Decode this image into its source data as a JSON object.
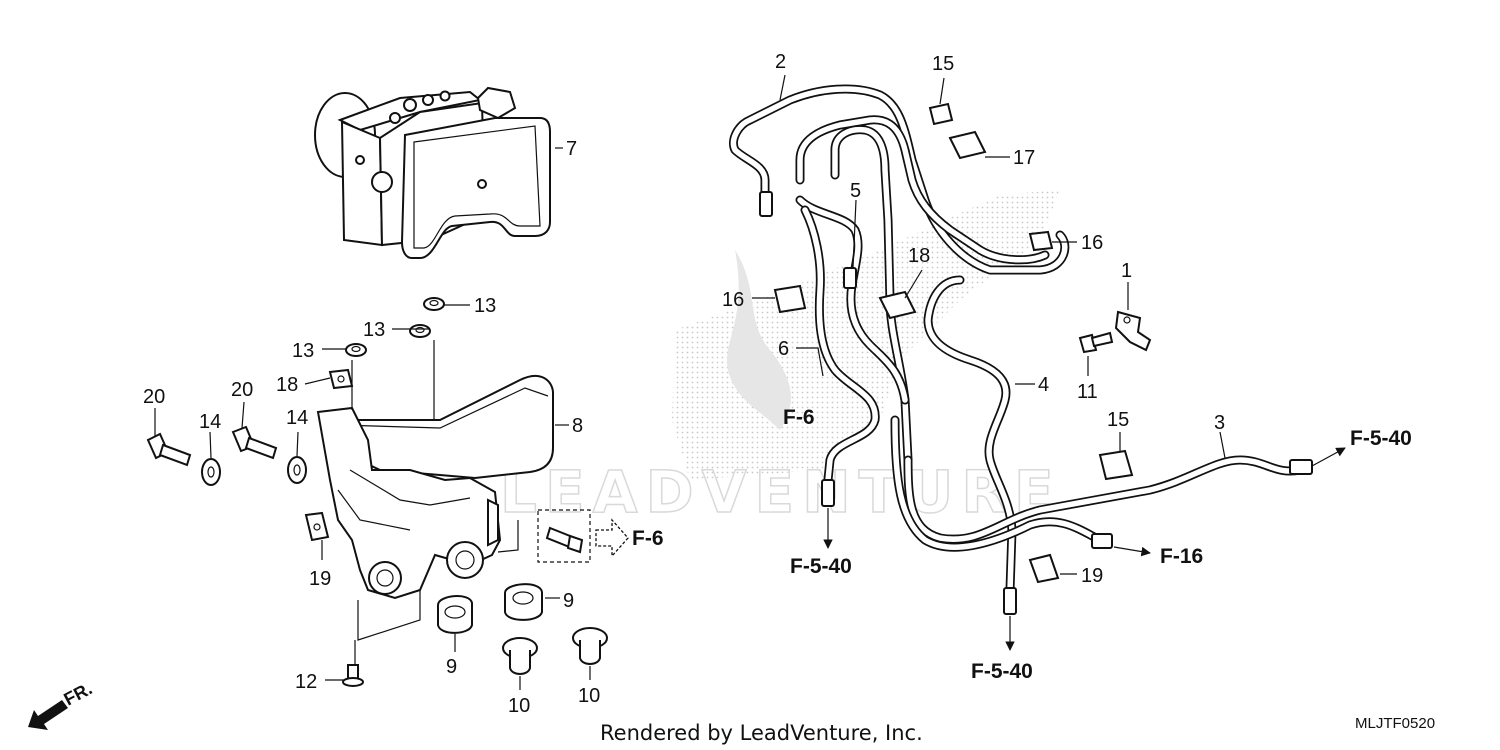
{
  "callouts": [
    {
      "id": "c1",
      "label": "1"
    },
    {
      "id": "c2",
      "label": "2"
    },
    {
      "id": "c3",
      "label": "3"
    },
    {
      "id": "c4",
      "label": "4"
    },
    {
      "id": "c5",
      "label": "5"
    },
    {
      "id": "c6",
      "label": "6"
    },
    {
      "id": "c7",
      "label": "7"
    },
    {
      "id": "c8",
      "label": "8"
    },
    {
      "id": "c9a",
      "label": "9"
    },
    {
      "id": "c9b",
      "label": "9"
    },
    {
      "id": "c10a",
      "label": "10"
    },
    {
      "id": "c10b",
      "label": "10"
    },
    {
      "id": "c11",
      "label": "11"
    },
    {
      "id": "c12",
      "label": "12"
    },
    {
      "id": "c13a",
      "label": "13"
    },
    {
      "id": "c13b",
      "label": "13"
    },
    {
      "id": "c13c",
      "label": "13"
    },
    {
      "id": "c14a",
      "label": "14"
    },
    {
      "id": "c14b",
      "label": "14"
    },
    {
      "id": "c15a",
      "label": "15"
    },
    {
      "id": "c15b",
      "label": "15"
    },
    {
      "id": "c16a",
      "label": "16"
    },
    {
      "id": "c16b",
      "label": "16"
    },
    {
      "id": "c17",
      "label": "17"
    },
    {
      "id": "c18a",
      "label": "18"
    },
    {
      "id": "c18b",
      "label": "18"
    },
    {
      "id": "c19a",
      "label": "19"
    },
    {
      "id": "c19b",
      "label": "19"
    },
    {
      "id": "c20a",
      "label": "20"
    },
    {
      "id": "c20b",
      "label": "20"
    }
  ],
  "references": [
    {
      "id": "r-f6-bracket",
      "label": "F-6"
    },
    {
      "id": "r-f6-pipe",
      "label": "F-6"
    },
    {
      "id": "r-f540-left",
      "label": "F-5-40"
    },
    {
      "id": "r-f540-bottom",
      "label": "F-5-40"
    },
    {
      "id": "r-f540-right",
      "label": "F-5-40"
    },
    {
      "id": "r-f16",
      "label": "F-16"
    }
  ],
  "direction_label": "FR.",
  "watermark": "LEADVENTURE",
  "footer": {
    "credit": "Rendered by LeadVenture, Inc.",
    "diagram_code": "MLJTF0520"
  }
}
